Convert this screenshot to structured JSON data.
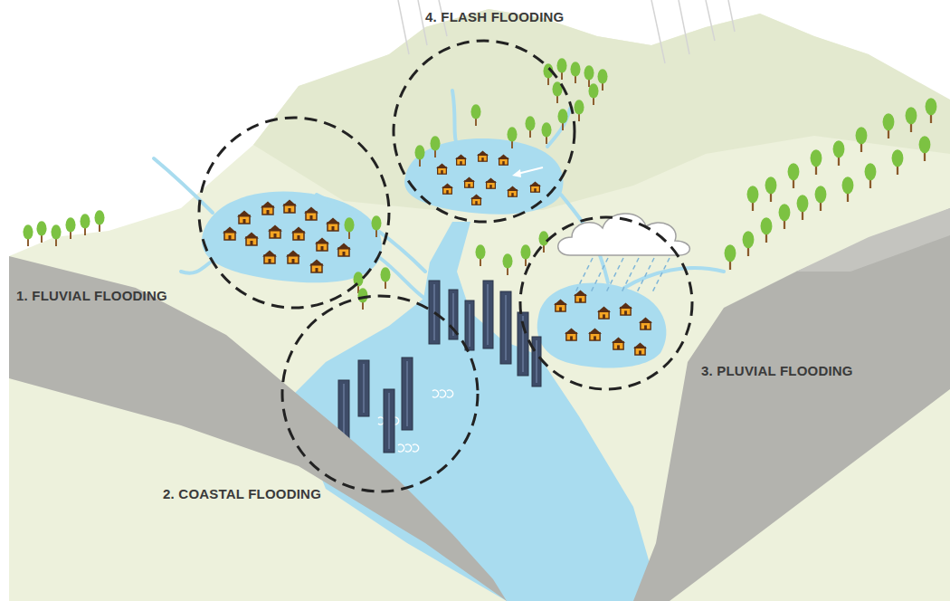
{
  "diagram": {
    "labels": [
      "4. FLASH FLOODING",
      "1. FLUVIAL FLOODING",
      "3. PLUVIAL FLOODING",
      "2. COASTAL FLOODING"
    ]
  }
}
